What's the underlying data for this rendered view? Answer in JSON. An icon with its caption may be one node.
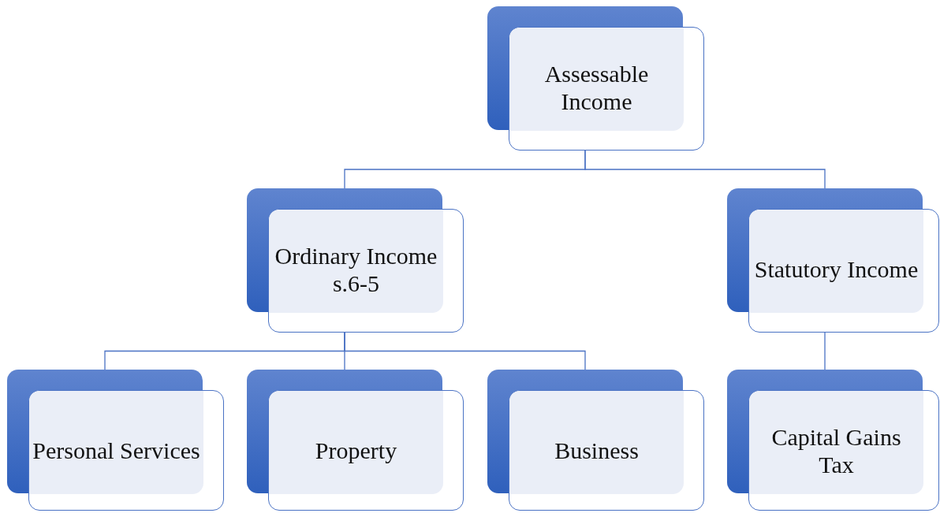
{
  "diagram": {
    "nodes": [
      {
        "text": [
          "Assessable Income"
        ]
      },
      {
        "text": [
          "Ordinary Income",
          "s.6-5"
        ]
      },
      {
        "text": [
          "Statutory Income"
        ]
      },
      {
        "text": [
          "Personal Services"
        ]
      },
      {
        "text": [
          "Property"
        ]
      },
      {
        "text": [
          "Business"
        ]
      },
      {
        "text": [
          "Capital Gains Tax"
        ]
      }
    ],
    "edges": [
      {
        "from": 0,
        "to": 1,
        "arrow": "none"
      },
      {
        "from": 0,
        "to": 2,
        "arrow": "none"
      },
      {
        "from": 1,
        "to": 3,
        "arrow": "none"
      },
      {
        "from": 1,
        "to": 4,
        "arrow": "none"
      },
      {
        "from": 1,
        "to": 5,
        "arrow": "none"
      },
      {
        "from": 2,
        "to": 6,
        "arrow": "none"
      }
    ]
  }
}
